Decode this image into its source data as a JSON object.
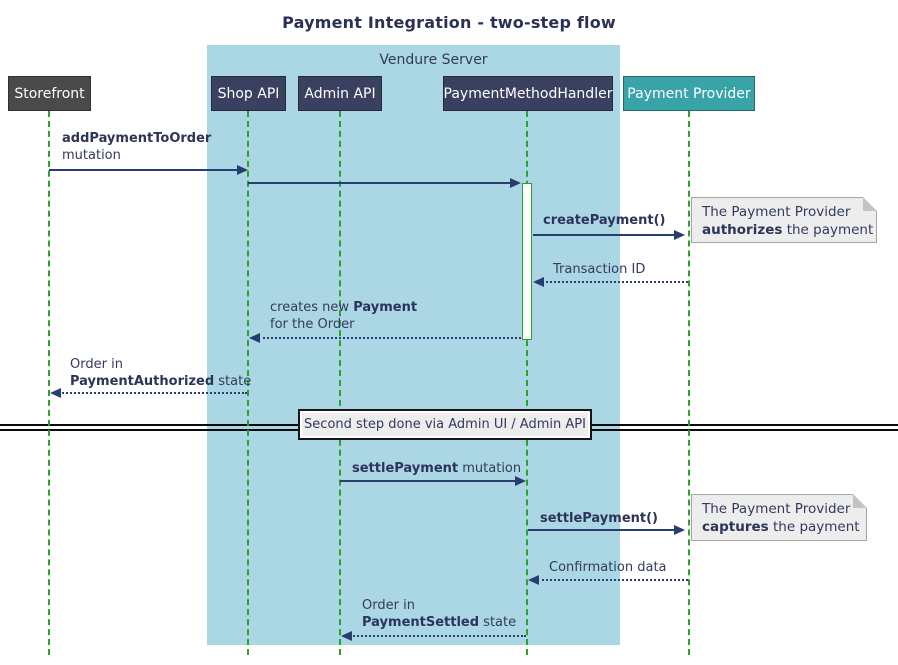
{
  "title": "Payment Integration - two-step flow",
  "frame": {
    "label": "Vendure Server"
  },
  "participants": [
    {
      "id": "storefront",
      "label": "Storefront"
    },
    {
      "id": "shop-api",
      "label": "Shop API"
    },
    {
      "id": "admin-api",
      "label": "Admin API"
    },
    {
      "id": "payment-method-handler",
      "label": "PaymentMethodHandler"
    },
    {
      "id": "payment-provider",
      "label": "Payment Provider"
    }
  ],
  "messages": {
    "m1": {
      "line1": "addPaymentToOrder",
      "line2": "mutation"
    },
    "m3": {
      "bold": "createPayment()"
    },
    "m4": {
      "text": "Transaction ID"
    },
    "m5": {
      "pre": "creates new ",
      "bold": "Payment",
      "line2": "for the Order"
    },
    "m6": {
      "line1": "Order in",
      "bold": "PaymentAuthorized",
      "post": " state"
    },
    "m7": {
      "bold": "settlePayment",
      "post": " mutation"
    },
    "m8": {
      "bold": "settlePayment()"
    },
    "m9": {
      "text": "Confirmation data"
    },
    "m10": {
      "line1": "Order in",
      "bold": "PaymentSettled",
      "post": " state"
    }
  },
  "notes": {
    "authorize": {
      "line1": "The Payment Provider",
      "bold": "authorizes",
      "post": " the payment"
    },
    "capture": {
      "line1": "The Payment Provider",
      "bold": "captures",
      "post": " the payment"
    }
  },
  "divider": {
    "label": "Second step done via Admin UI / Admin API"
  },
  "colors": {
    "frame_fill": "#ABD6E3",
    "participant_navy": "#3A405F",
    "participant_gray": "#4A4A4A",
    "participant_teal": "#38A4A8",
    "lifeline_green": "#2AA32A",
    "arrow_navy": "#283D70",
    "note_fill": "#EDEDED",
    "text_navy": "#333A5E"
  }
}
